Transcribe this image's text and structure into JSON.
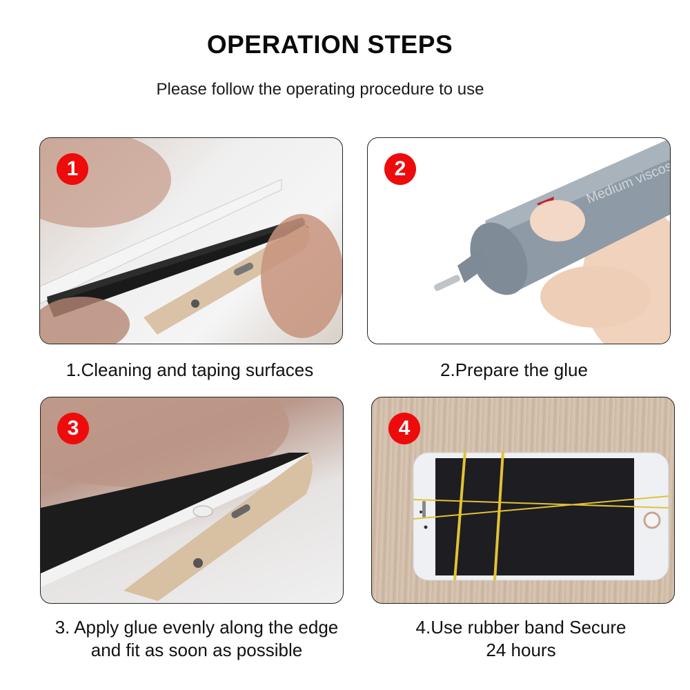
{
  "header": {
    "title": "OPERATION STEPS",
    "subtitle": "Please follow the operating procedure to use"
  },
  "colors": {
    "badge": "#ee0b0b",
    "panel_border": "#222222",
    "text": "#111111"
  },
  "steps": [
    {
      "number": "1",
      "caption_lines": [
        "1.Cleaning and taping surfaces"
      ],
      "image": "phone-screen-being-opened-image"
    },
    {
      "number": "2",
      "caption_lines": [
        "2.Prepare the glue"
      ],
      "image": "glue-tube-in-hand-image",
      "tube_label": "Medium viscos"
    },
    {
      "number": "3",
      "caption_lines": [
        "3. Apply glue evenly along the edge",
        "and fit as soon as possible"
      ],
      "image": "phone-screen-fitting-image"
    },
    {
      "number": "4",
      "caption_lines": [
        "4.Use rubber band Secure",
        "24 hours"
      ],
      "image": "phone-with-rubber-bands-image"
    }
  ]
}
